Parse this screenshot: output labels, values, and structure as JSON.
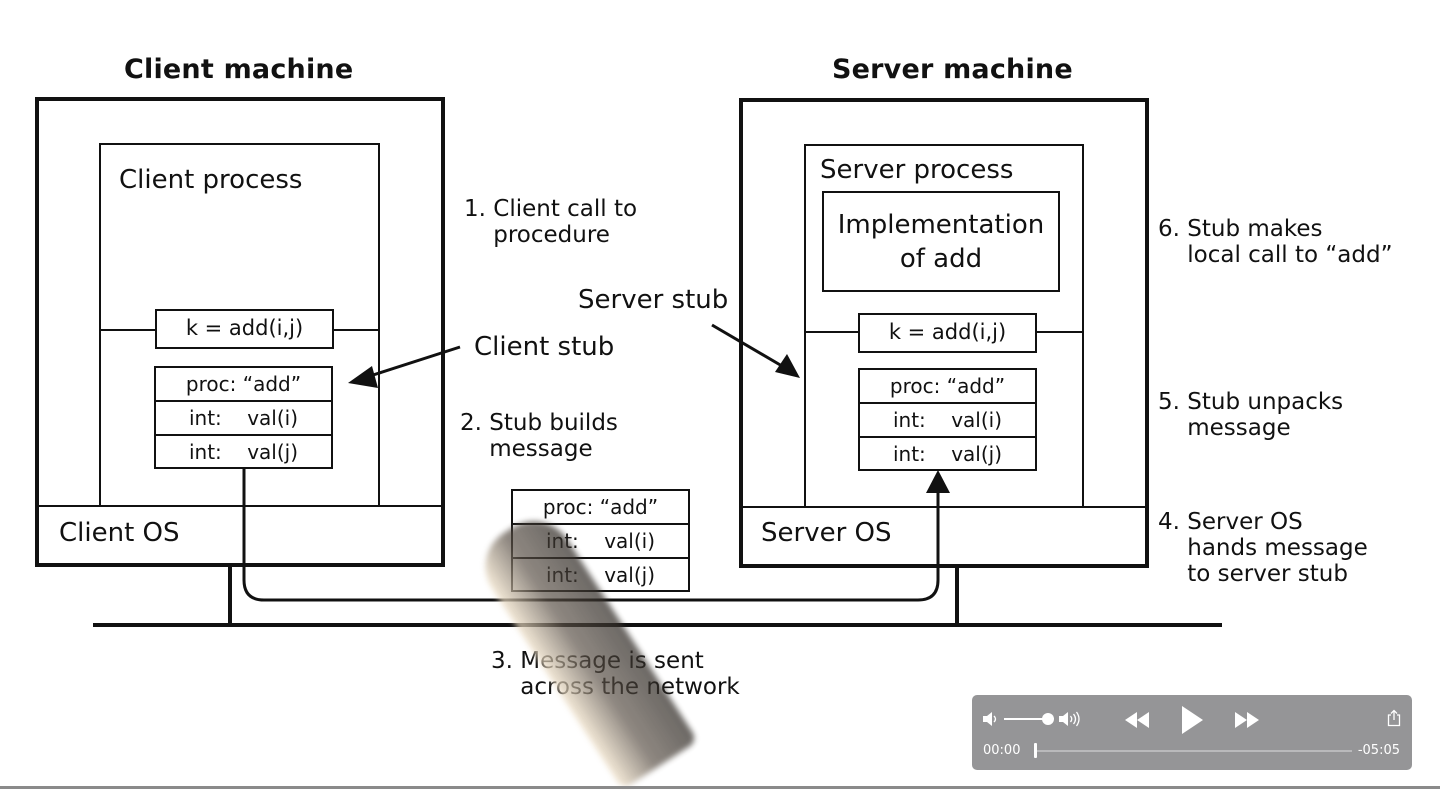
{
  "diagram": {
    "client": {
      "machine_title": "Client machine",
      "process_label": "Client process",
      "call": "k = add(i,j)",
      "stub_message": [
        "proc: “add”",
        "int:    val(i)",
        "int:    val(j)"
      ],
      "os_label": "Client OS"
    },
    "server": {
      "machine_title": "Server machine",
      "process_label": "Server process",
      "implementation_line1": "Implementation",
      "implementation_line2": "of add",
      "call": "k = add(i,j)",
      "stub_message": [
        "proc: “add”",
        "int:    val(i)",
        "int:    val(j)"
      ],
      "os_label": "Server OS"
    },
    "network_message": [
      "proc: “add”",
      "int:    val(i)",
      "int:    val(j)"
    ],
    "labels": {
      "client_stub": "Client stub",
      "server_stub": "Server stub"
    },
    "steps": {
      "s1": "1. Client call to\n    procedure",
      "s2": "2. Stub builds\n    message",
      "s3": "3. Message is sent\n    across the network",
      "s4": "4. Server OS\n    hands message\n    to server stub",
      "s5": "5. Stub unpacks\n    message",
      "s6": "6. Stub makes\n    local call to “add”"
    }
  },
  "player": {
    "current_time": "00:00",
    "remaining_time": "-05:05",
    "progress_fraction": 0.0,
    "volume_fraction": 1.0,
    "icons": {
      "volume_low": "volume-low-icon",
      "volume_high": "volume-high-icon",
      "rewind": "rewind-icon",
      "play": "play-icon",
      "fast_forward": "fast-forward-icon",
      "share": "share-icon"
    }
  }
}
